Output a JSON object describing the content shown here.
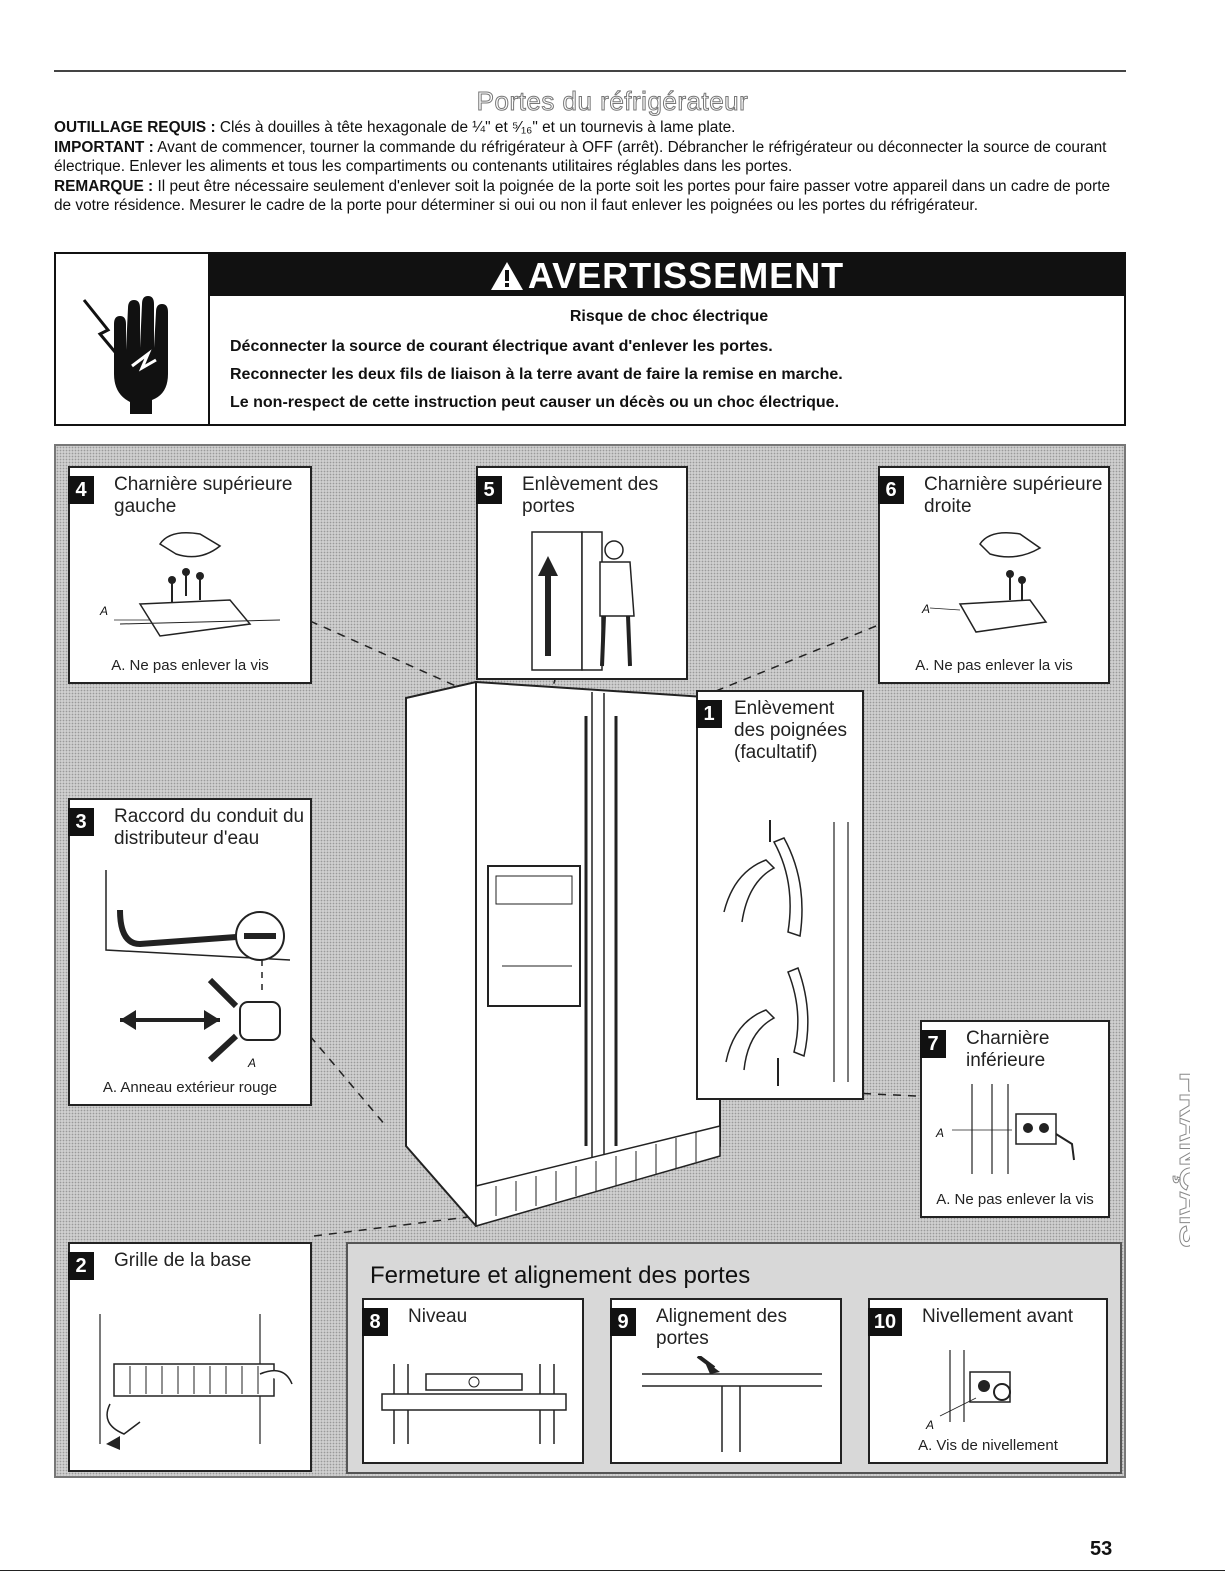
{
  "page": {
    "title": "Portes du réfrigérateur",
    "page_number": "53",
    "side_tab": "FRANÇAIS"
  },
  "intro": {
    "tools_label": "OUTILLAGE REQUIS :",
    "tools_text": "Clés à douilles à tête hexagonale de ¼\" et ⁵⁄₁₆\" et un tournevis à lame plate.",
    "important_label": "IMPORTANT :",
    "important_text": "Avant de commencer, tourner la commande du réfrigérateur à OFF (arrêt). Débrancher le réfrigérateur ou déconnecter la source de courant électrique. Enlever les aliments et tous les compartiments ou contenants utilitaires réglables dans les portes.",
    "note_label": "REMARQUE :",
    "note_text": "Il peut être nécessaire seulement d'enlever soit la poignée de la porte soit les portes pour faire passer votre appareil dans un cadre de porte de votre résidence. Mesurer le cadre de la porte pour déterminer si oui ou non il faut enlever les poignées ou les portes du réfrigérateur."
  },
  "warning": {
    "heading": "AVERTISSEMENT",
    "risk": "Risque de choc électrique",
    "lines": [
      "Déconnecter la source de courant électrique avant d'enlever les portes.",
      "Reconnecter les deux fils de liaison à la terre avant de faire la remise en marche.",
      "Le non-respect de cette instruction peut causer un décès ou un choc électrique."
    ]
  },
  "steps": {
    "s1": {
      "num": "1",
      "title": "Enlèvement des poignées (facultatif)"
    },
    "s2": {
      "num": "2",
      "title": "Grille de la base"
    },
    "s3": {
      "num": "3",
      "title": "Raccord du conduit du distributeur d'eau",
      "caption": "A. Anneau extérieur rouge",
      "label_a": "A"
    },
    "s4": {
      "num": "4",
      "title": "Charnière supérieure gauche",
      "caption": "A. Ne pas enlever la vis",
      "label_a": "A"
    },
    "s5": {
      "num": "5",
      "title": "Enlèvement des portes"
    },
    "s6": {
      "num": "6",
      "title": "Charnière supérieure droite",
      "caption": "A. Ne pas enlever la vis",
      "label_a": "A"
    },
    "s7": {
      "num": "7",
      "title": "Charnière inférieure",
      "caption": "A. Ne pas enlever la vis",
      "label_a": "A"
    },
    "s8": {
      "num": "8",
      "title": "Niveau"
    },
    "s9": {
      "num": "9",
      "title": "Alignement des portes"
    },
    "s10": {
      "num": "10",
      "title": "Nivellement avant",
      "caption": "A. Vis de nivellement",
      "label_a": "A"
    }
  },
  "closing_section": {
    "title": "Fermeture et alignement des portes"
  }
}
